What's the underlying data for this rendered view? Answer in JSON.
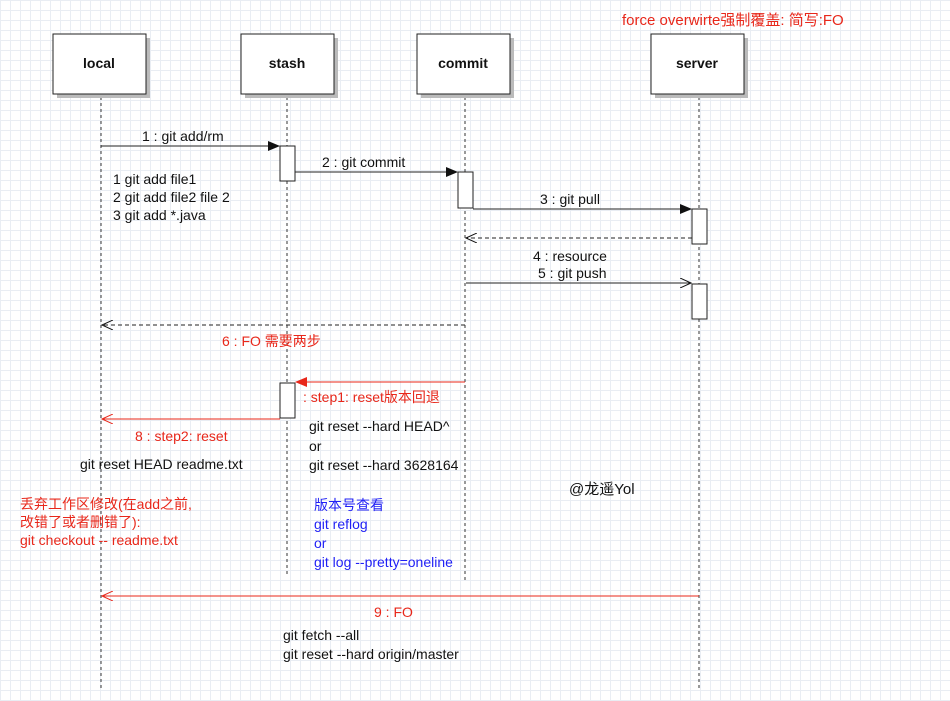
{
  "title_note": "force overwirte强制覆盖: 简写:FO",
  "actors": [
    {
      "id": "local",
      "label": "local"
    },
    {
      "id": "stash",
      "label": "stash"
    },
    {
      "id": "commit",
      "label": "commit"
    },
    {
      "id": "server",
      "label": "server"
    }
  ],
  "messages": {
    "m1": "1 : git add/rm",
    "m2": "2 : git commit",
    "m3": "3 : git pull",
    "m4": "4 : resource",
    "m5": "5 : git push",
    "m6": "6 : FO 需要两步",
    "m7": ": step1: reset版本回退",
    "m8": "8 : step2: reset",
    "m9": "9 : FO"
  },
  "notes": {
    "add_examples": [
      "1 git add file1",
      "2 git add file2 file 2",
      "3 git add *.java"
    ],
    "reset_head": "git reset HEAD readme.txt",
    "reset_cmds": [
      "git reset --hard HEAD^",
      "or",
      "git reset --hard 3628164"
    ],
    "watermark": "@龙遥Yol",
    "version_lookup": [
      "版本号查看",
      "git reflog",
      "or",
      "git log --pretty=oneline"
    ],
    "discard": [
      "丢弃工作区修改(在add之前,",
      "改错了或者删错了):",
      "git checkout -- readme.txt"
    ],
    "fetch_cmds": [
      "git fetch --all",
      "git reset --hard origin/master"
    ]
  },
  "colors": {
    "accent_red": "#e8271a",
    "accent_blue": "#1f1ff5",
    "line": "#222222"
  }
}
